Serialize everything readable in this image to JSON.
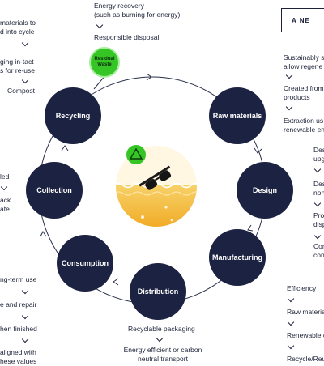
{
  "nodes": {
    "recycling": "Recycling",
    "raw_materials": "Raw materials",
    "design": "Design",
    "manufacturing": "Manufacturing",
    "distribution": "Distribution",
    "consumption": "Consumption",
    "collection": "Collection"
  },
  "residual_waste": {
    "line1": "Residual",
    "line2": "Waste"
  },
  "top": {
    "energy_recovery_1": "Energy recovery",
    "energy_recovery_2": "(such as burning for energy)",
    "responsible_disposal": "Responsible disposal"
  },
  "left": {
    "l1a": "materials to",
    "l1b": "d into cycle",
    "l2a": "ging in-tact",
    "l2b": "s for re-use",
    "l3": "Compost",
    "l4": "led",
    "l5a": "ack",
    "l5b": "ate",
    "l6": "ng-term use",
    "l7": "e and repair",
    "l8": "hen finished",
    "l9a": "aligned with",
    "l9b": "hese values"
  },
  "bottom": {
    "recyclable_packaging": "Recyclable packaging",
    "transport_1": "Energy efficient or carbon",
    "transport_2": "neutral transport"
  },
  "right": {
    "header": "A NE",
    "r1a": "Sustainably s",
    "r1b": "allow regene",
    "r2a": "Created from",
    "r2b": "products",
    "r3a": "Extraction us",
    "r3b": "renewable en",
    "d1a": "Des",
    "d1b": "upg",
    "d2a": "Des",
    "d2b": "non",
    "d3a": "Pro",
    "d3b": "disp",
    "d4a": "Con",
    "d4b": "con",
    "m1": "Efficiency",
    "m2": "Raw materia",
    "m3": "Renewable e",
    "m4": "Recycle/Reu"
  },
  "colors": {
    "node": "#1c2241",
    "residual": "#35c626",
    "accent_yellow": "#f2b824",
    "text": "#1d2238"
  },
  "icons": [
    "recycle-icon",
    "sunglasses-icon"
  ]
}
